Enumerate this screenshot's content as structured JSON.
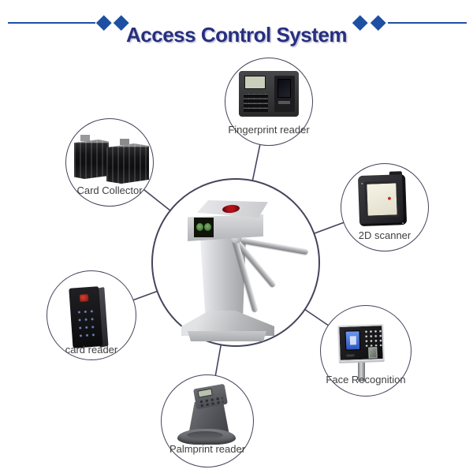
{
  "header": {
    "title": "Access Control System",
    "title_color": "#272f80",
    "accent_blue": "#1d50a2",
    "decoration": "diamond-pair-rules"
  },
  "diagram": {
    "line_color": "#44445c",
    "label_color": "#3f3f41",
    "central": {
      "device": "tripod-turnstile",
      "indicator_red": "#8c0f14",
      "indicator_green": "#4c8a3e"
    },
    "nodes": [
      {
        "id": "fingerprint-reader",
        "label": "Fingerprint reader"
      },
      {
        "id": "card-collector",
        "label": "Card Collector"
      },
      {
        "id": "2d-scanner",
        "label": "2D scanner"
      },
      {
        "id": "card-reader",
        "label": "card reader"
      },
      {
        "id": "face-recognition",
        "label": "Face Recognition"
      },
      {
        "id": "palmprint-reader",
        "label": "Palmprint reader"
      }
    ]
  }
}
